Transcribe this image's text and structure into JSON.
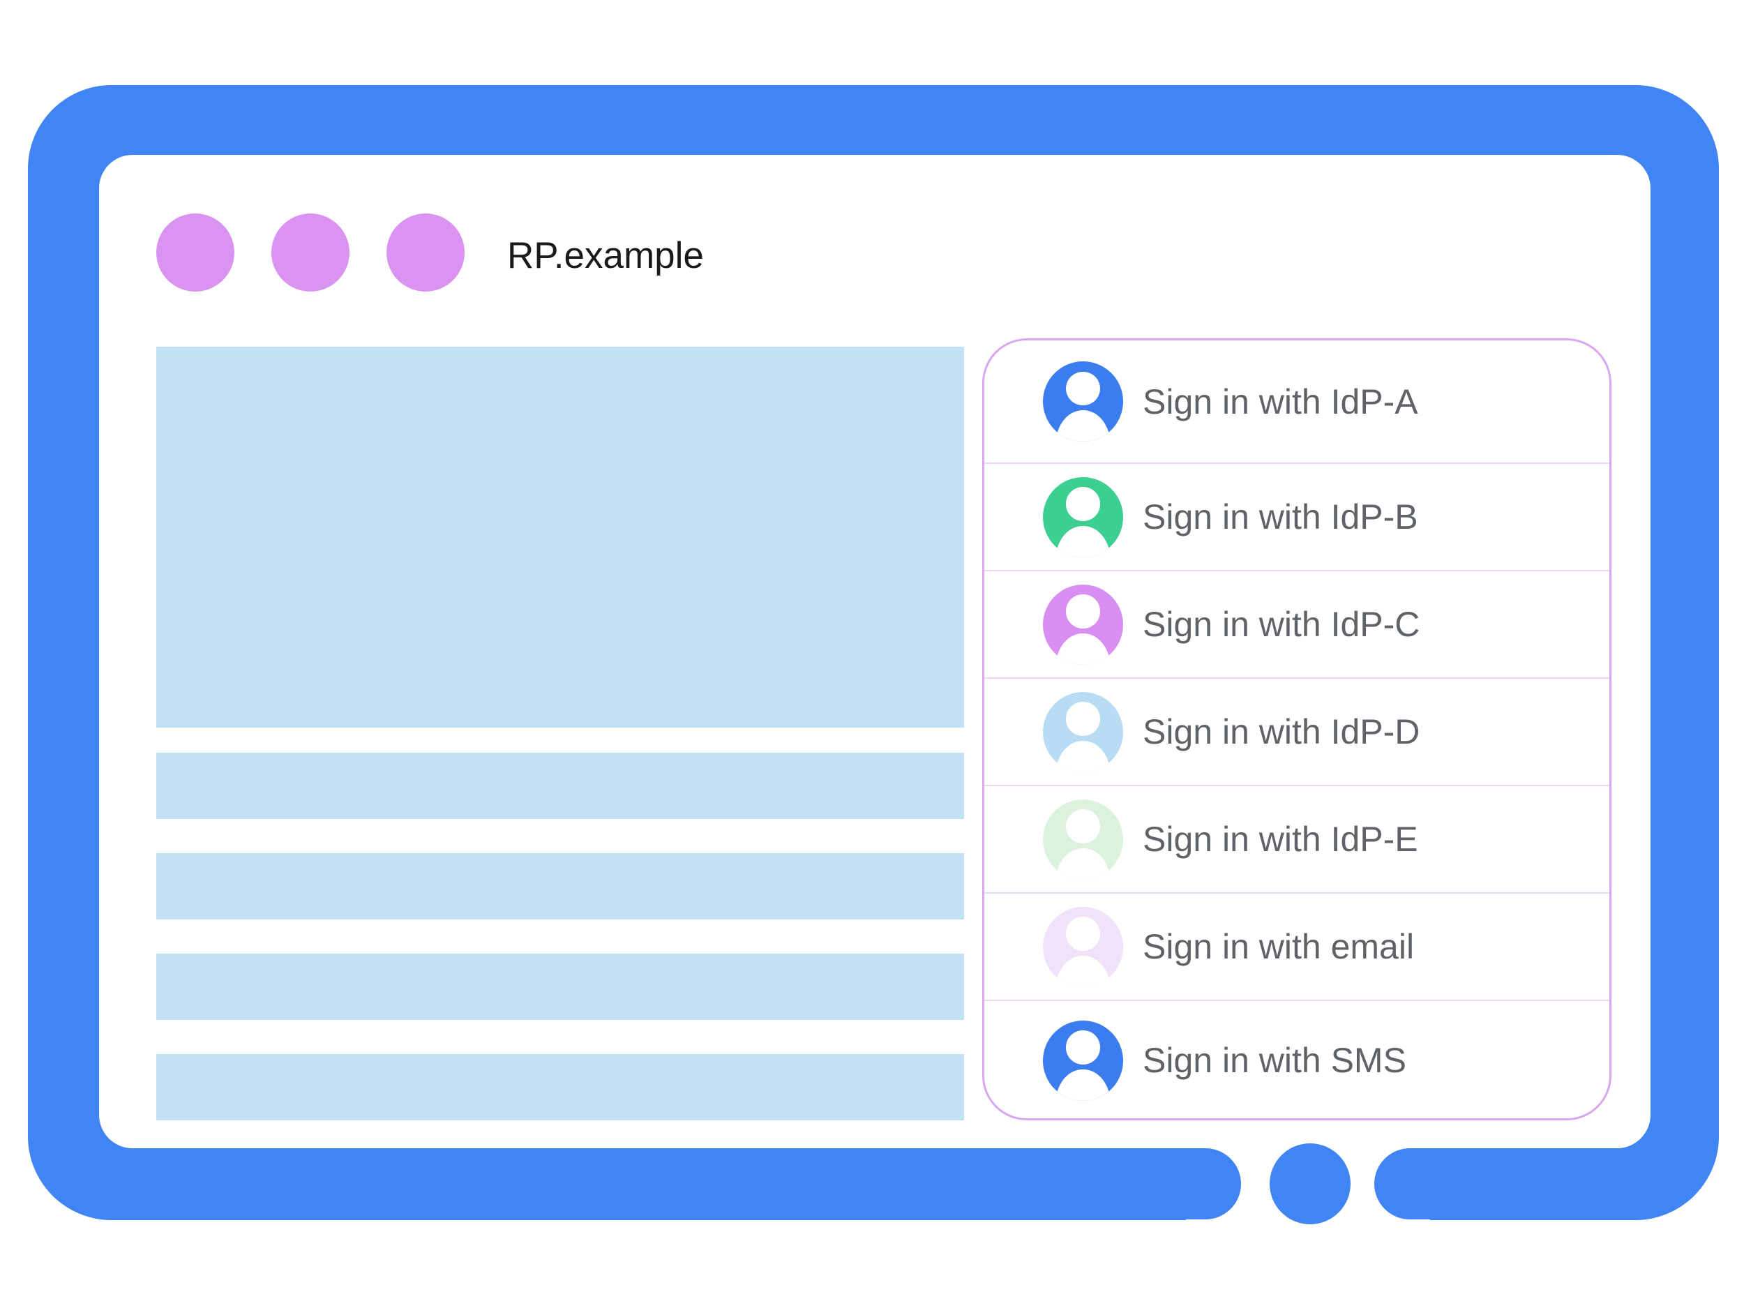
{
  "colors": {
    "frame_blue": "#4184F3",
    "window_dot_purple": "#DA93F0",
    "placeholder_blue": "#C3E1F5",
    "panel_border_purple": "#D9A6F0",
    "panel_divider_purple": "#EDD6F5",
    "label_gray": "#5F6368",
    "title_black": "#1A1A1C",
    "avatar_glyph_white": "#FFFFFF"
  },
  "window": {
    "title": "RP.example",
    "control_dot_count": 3
  },
  "signin_panel": {
    "options": [
      {
        "label": "Sign in with IdP-A",
        "avatar_icon": "person-icon",
        "avatar_color": "#3B7CEF"
      },
      {
        "label": "Sign in with IdP-B",
        "avatar_icon": "person-icon",
        "avatar_color": "#3DCF91"
      },
      {
        "label": "Sign in with IdP-C",
        "avatar_icon": "person-icon",
        "avatar_color": "#D98FF2"
      },
      {
        "label": "Sign in with IdP-D",
        "avatar_icon": "person-icon",
        "avatar_color": "#B9DCF5"
      },
      {
        "label": "Sign in with IdP-E",
        "avatar_icon": "person-icon",
        "avatar_color": "#DBF2DC"
      },
      {
        "label": "Sign in with email",
        "avatar_icon": "person-icon",
        "avatar_color": "#F0E2F8"
      },
      {
        "label": "Sign in with SMS",
        "avatar_icon": "person-icon",
        "avatar_color": "#3B7CEF"
      }
    ]
  }
}
